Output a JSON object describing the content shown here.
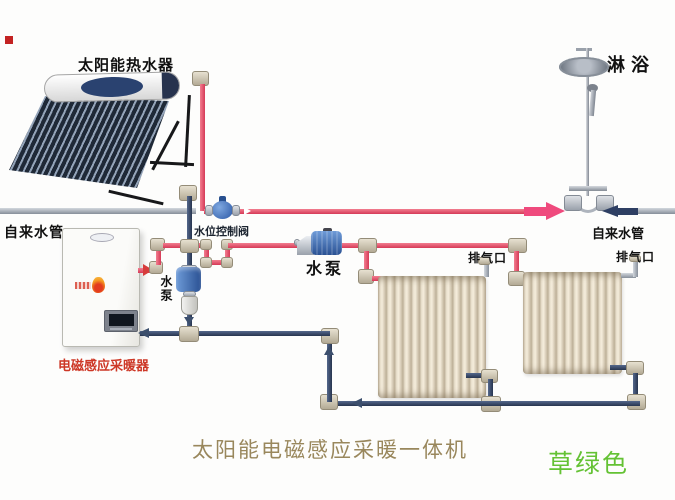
{
  "title": {
    "text": "太阳能电磁感应采暖一体机",
    "color": "#99875c"
  },
  "watermark": {
    "text": "草绿色",
    "color": "#64c234"
  },
  "labels": {
    "solar_heater": "太阳能热水器",
    "shower": "淋浴",
    "tap_water_left": "自来水管",
    "tap_water_right": "自来水管",
    "water_level_valve": "水位控制阀",
    "pump_left": "水泵",
    "pump_center": "水泵",
    "air_vent_left": "排气口",
    "air_vent_right": "排气口",
    "induction_heater": "电磁感应采暖器"
  },
  "colors": {
    "hot_pipe": "#e04b63",
    "return_pipe": "#3c4f6d",
    "tap_pipe": "#aab0b8",
    "fitting": "#cfc8b6",
    "pump_blue": "#3465ad",
    "radiator": "#e6ddcb",
    "induction_label_red": "#cd3726",
    "arrow_pink": "#ef4a7d",
    "arrow_navy": "#2e3f63",
    "title_tan": "#99875c",
    "watermark_green": "#64c234"
  },
  "icons": {
    "solar_collector": "solar-vacuum-tube-panel",
    "storage_tank": "solar-storage-tank",
    "shower_set": "rain-shower-column",
    "valve": "ball-valve",
    "pump": "circulation-pump",
    "radiator": "heating-radiator",
    "boiler": "induction-heater-unit"
  }
}
